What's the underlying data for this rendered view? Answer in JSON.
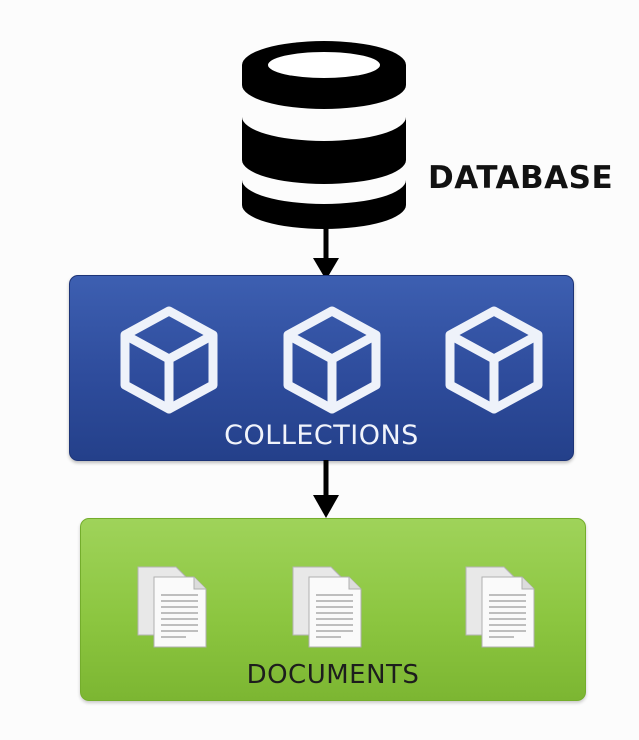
{
  "database": {
    "label": "DATABASE",
    "icon": "database-icon"
  },
  "collections": {
    "label": "COLLECTIONS",
    "icon": "cube-icon",
    "color": "#2e4c9c",
    "items": [
      "cube-icon",
      "cube-icon",
      "cube-icon"
    ]
  },
  "documents": {
    "label": "DOCUMENTS",
    "icon": "document-icon",
    "color": "#8cc640",
    "items": [
      "document-icon",
      "document-icon",
      "document-icon"
    ]
  },
  "connections": [
    {
      "from": "database",
      "to": "collections"
    },
    {
      "from": "collections",
      "to": "documents"
    }
  ]
}
